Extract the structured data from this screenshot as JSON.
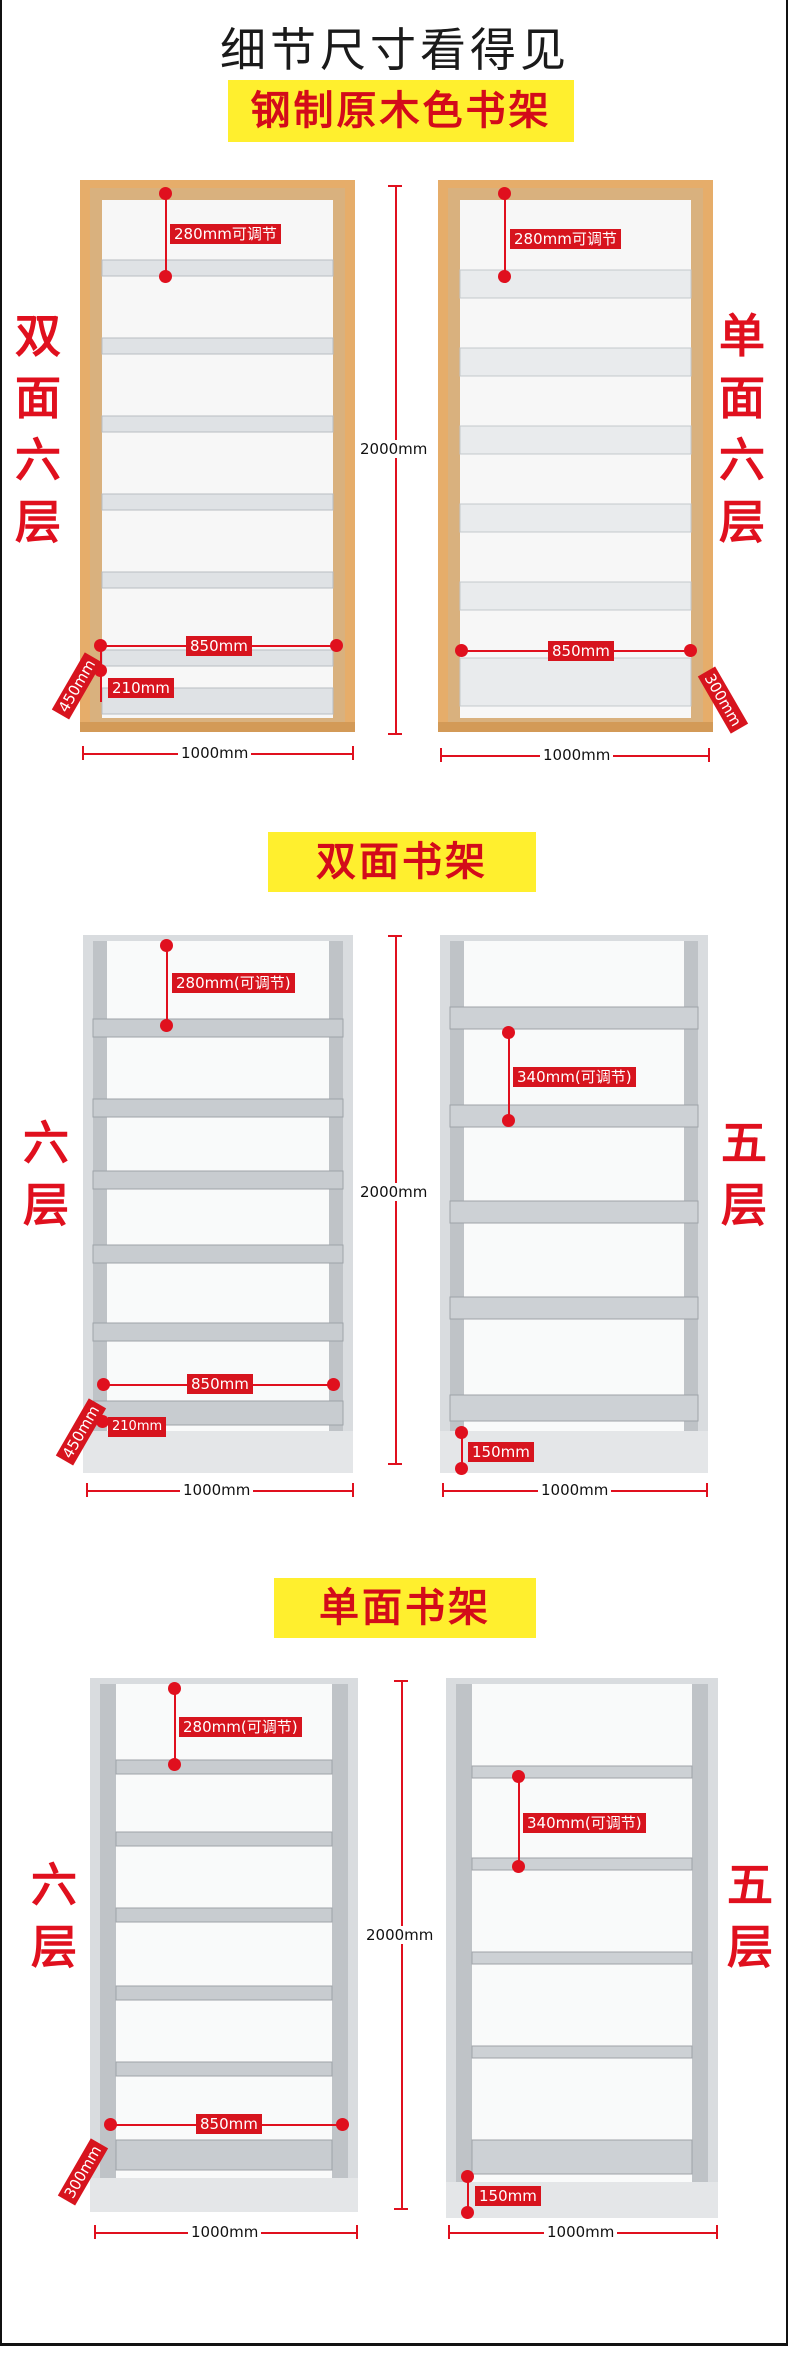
{
  "header": {
    "title": "细节尺寸看得见",
    "banner": "钢制原木色书架"
  },
  "section1": {
    "left_side_label": "双面六层",
    "right_side_label": "单面六层",
    "left": {
      "adjust": "280mm可调节",
      "inner_width": "850mm",
      "base": "210mm",
      "depth": "450mm",
      "width": "1000mm"
    },
    "right": {
      "adjust": "280mm可调节",
      "inner_width": "850mm",
      "depth": "300mm",
      "width": "1000mm"
    },
    "height": "2000mm",
    "colors": {
      "frame": "#e6ad6a",
      "shelf": "#e9ebed"
    }
  },
  "section2": {
    "banner": "双面书架",
    "left_side_label": "六层",
    "right_side_label": "五层",
    "left": {
      "adjust": "280mm(可调节)",
      "inner_width": "850mm",
      "base": "210mm",
      "depth": "450mm",
      "width": "1000mm"
    },
    "right": {
      "adjust": "340mm(可调节)",
      "base": "150mm",
      "width": "1000mm"
    },
    "height": "2000mm"
  },
  "section3": {
    "banner": "单面书架",
    "left_side_label": "六层",
    "right_side_label": "五层",
    "left": {
      "adjust": "280mm(可调节)",
      "inner_width": "850mm",
      "depth": "300mm",
      "width": "1000mm"
    },
    "right": {
      "adjust": "340mm(可调节)",
      "base": "150mm",
      "width": "1000mm"
    },
    "height": "2000mm"
  }
}
